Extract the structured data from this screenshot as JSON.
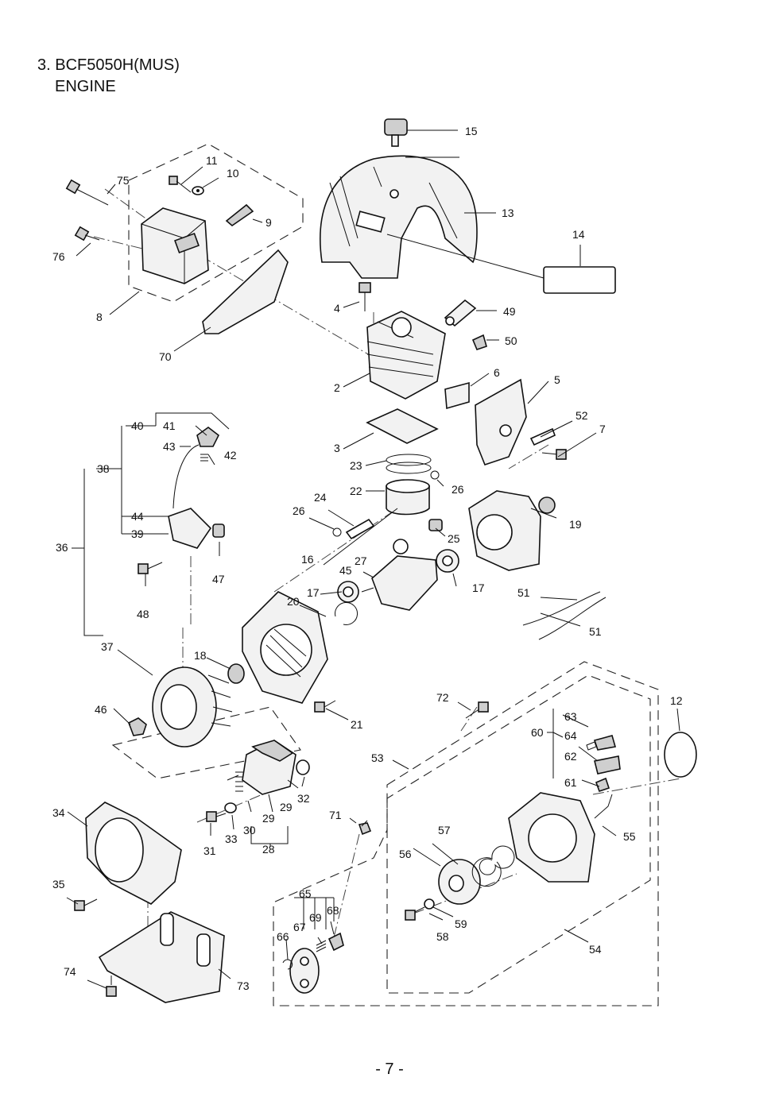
{
  "header": {
    "title_line1": "3. BCF5050H(MUS)",
    "title_line2": "ENGINE"
  },
  "footer": {
    "page_number": "- 7 -"
  },
  "callouts": {
    "c2": "2",
    "c3": "3",
    "c4": "4",
    "c5": "5",
    "c6": "6",
    "c7": "7",
    "c8": "8",
    "c9": "9",
    "c10": "10",
    "c11": "11",
    "c12": "12",
    "c13": "13",
    "c14": "14",
    "c15": "15",
    "c16": "16",
    "c17a": "17",
    "c17b": "17",
    "c18": "18",
    "c19": "19",
    "c20": "20",
    "c21": "21",
    "c22": "22",
    "c23": "23",
    "c24": "24",
    "c25": "25",
    "c26a": "26",
    "c26b": "26",
    "c27": "27",
    "c28": "28",
    "c29a": "29",
    "c29b": "29",
    "c30": "30",
    "c31": "31",
    "c32": "32",
    "c33": "33",
    "c34": "34",
    "c35": "35",
    "c36": "36",
    "c37": "37",
    "c38": "38",
    "c39": "39",
    "c40": "40",
    "c41": "41",
    "c42": "42",
    "c43": "43",
    "c44": "44",
    "c45": "45",
    "c46": "46",
    "c47": "47",
    "c48": "48",
    "c49": "49",
    "c50": "50",
    "c51a": "51",
    "c51b": "51",
    "c52": "52",
    "c53": "53",
    "c54": "54",
    "c55": "55",
    "c56": "56",
    "c57": "57",
    "c58": "58",
    "c59": "59",
    "c60": "60",
    "c61": "61",
    "c62": "62",
    "c63": "63",
    "c64": "64",
    "c65": "65",
    "c66": "66",
    "c67": "67",
    "c68": "68",
    "c69": "69",
    "c70": "70",
    "c71": "71",
    "c72": "72",
    "c73": "73",
    "c74": "74",
    "c75": "75",
    "c76": "76"
  }
}
